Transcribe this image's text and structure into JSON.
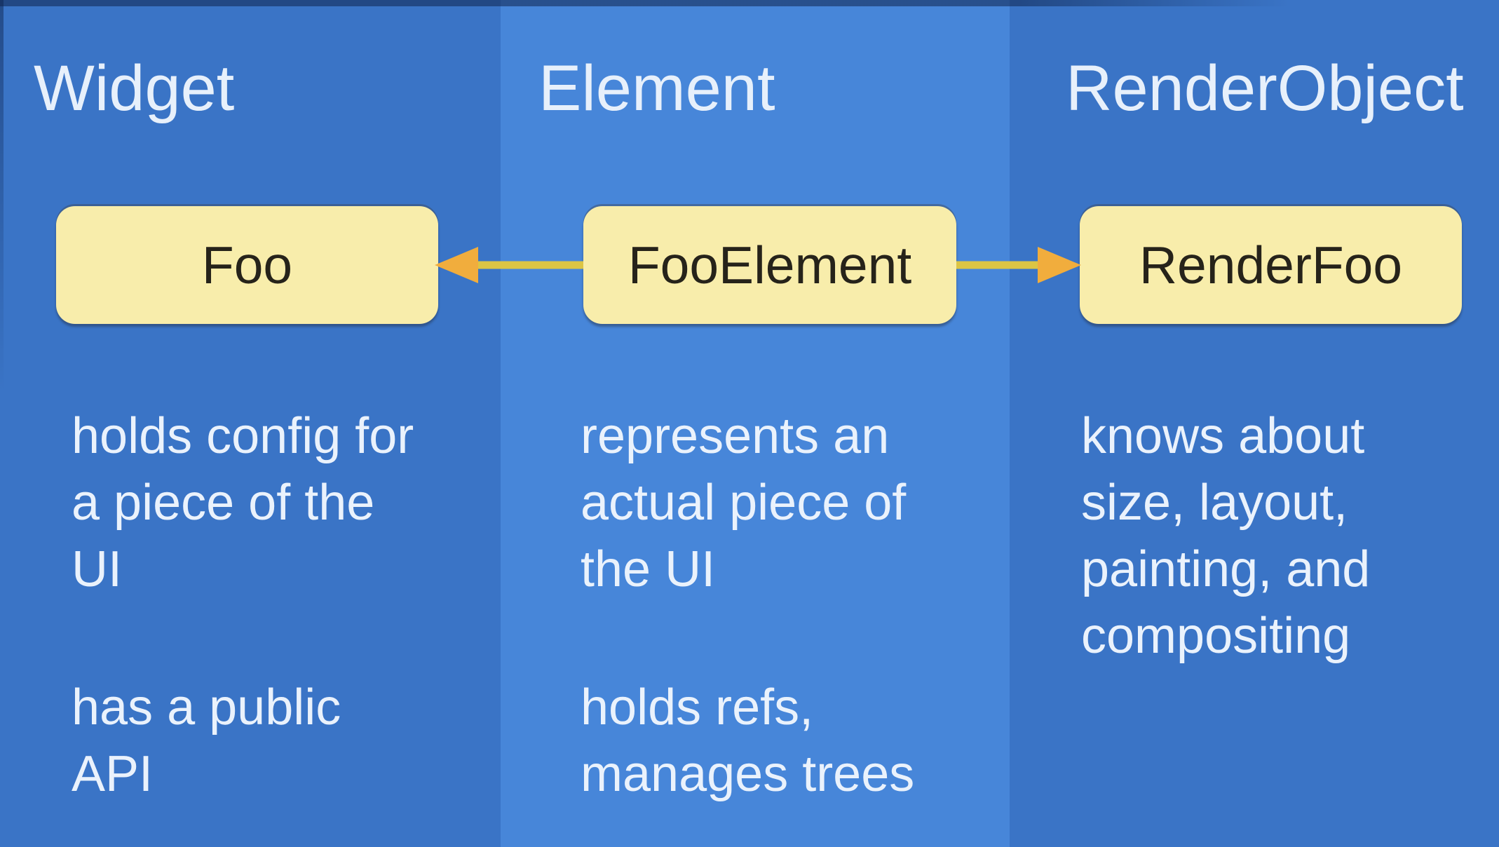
{
  "columns": [
    {
      "heading": "Widget",
      "box_label": "Foo",
      "paragraphs": [
        {
          "lines": [
            "holds config for",
            "a piece of the",
            "UI"
          ]
        },
        {
          "lines": [
            "has a public",
            "API"
          ]
        }
      ]
    },
    {
      "heading": "Element",
      "box_label": "FooElement",
      "paragraphs": [
        {
          "lines": [
            "represents an",
            "actual piece of",
            "the UI"
          ]
        },
        {
          "lines": [
            "holds refs,",
            "manages trees"
          ]
        }
      ]
    },
    {
      "heading": "RenderObject",
      "box_label": "RenderFoo",
      "paragraphs": [
        {
          "lines": [
            "knows about",
            "size, layout,",
            "painting, and",
            "compositing"
          ]
        }
      ]
    }
  ],
  "arrows": [
    {
      "name": "element-to-widget",
      "direction": "left"
    },
    {
      "name": "element-to-renderobject",
      "direction": "right"
    }
  ],
  "colors": {
    "side_column": "#3A74C6",
    "middle_column": "#4786D9",
    "box_fill": "#F8EDAB",
    "box_text": "#26231A",
    "heading_text": "#E7F0FB",
    "body_text": "#EAF2FC",
    "arrow_shaft": "#DCC544",
    "arrow_head": "#F1AD3D"
  }
}
